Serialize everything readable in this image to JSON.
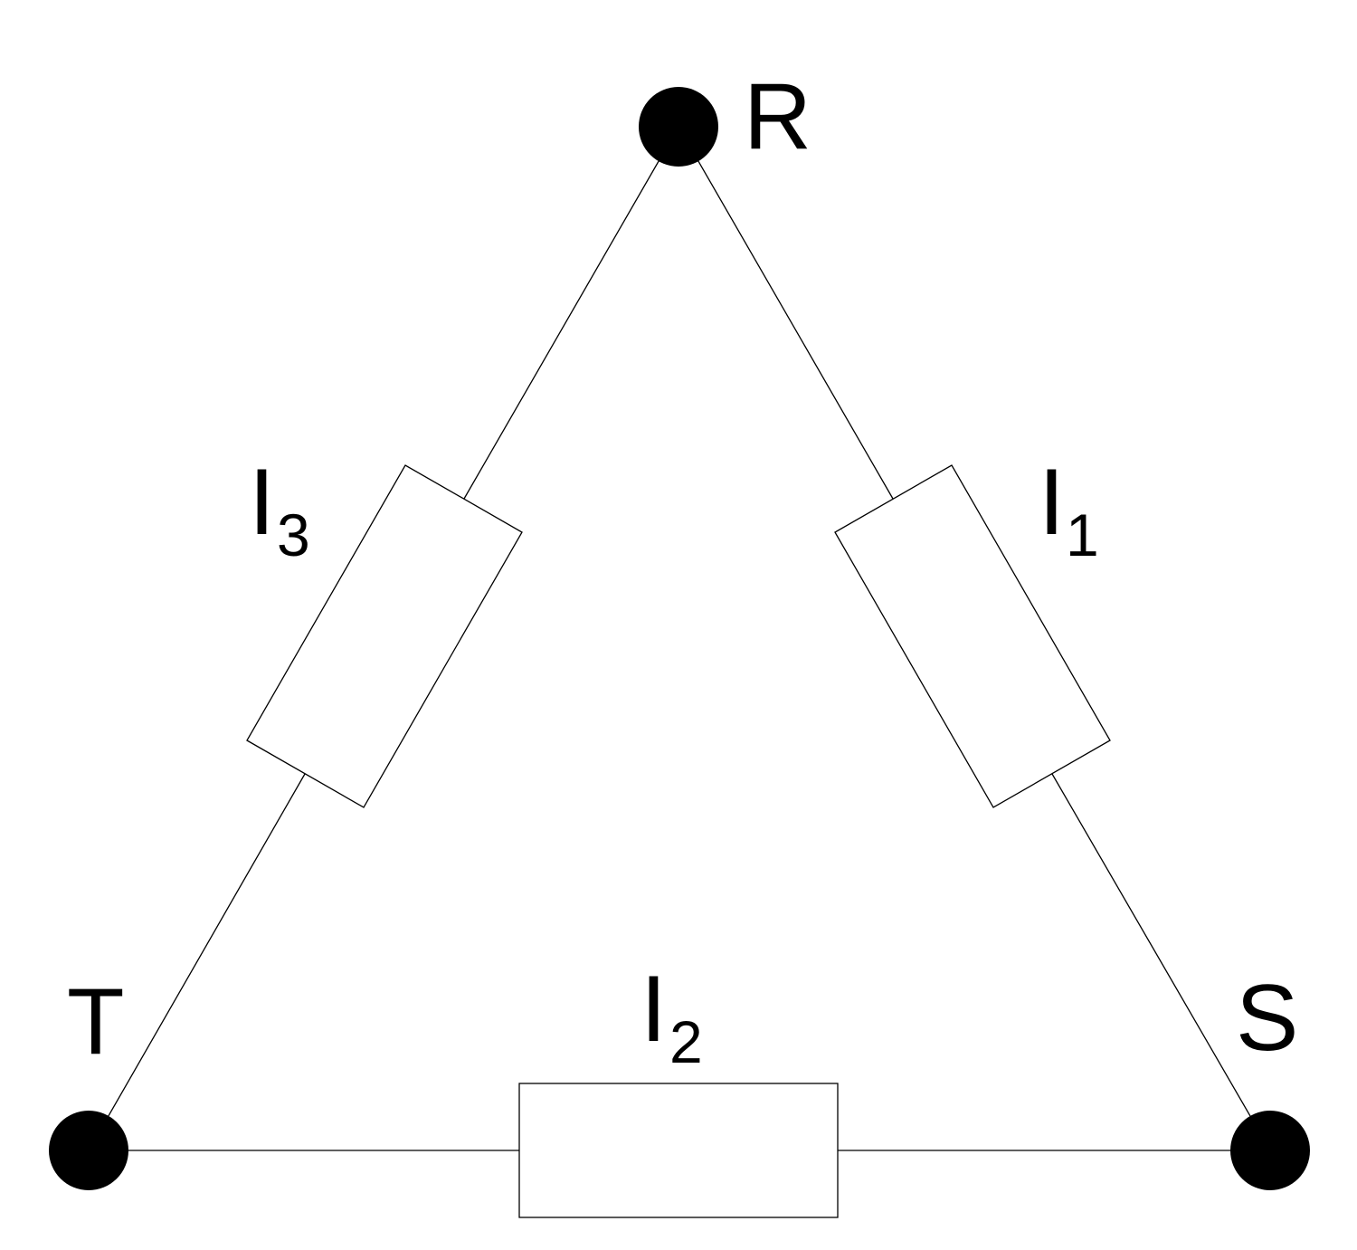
{
  "title": "Delta (triangle) connection of three loads",
  "nodes": {
    "r": "R",
    "s": "S",
    "t": "T"
  },
  "currents": [
    {
      "main": "I",
      "sub": "1"
    },
    {
      "main": "I",
      "sub": "2"
    },
    {
      "main": "I",
      "sub": "3"
    }
  ],
  "colors": {
    "stroke": "#000000",
    "background": "#ffffff"
  }
}
